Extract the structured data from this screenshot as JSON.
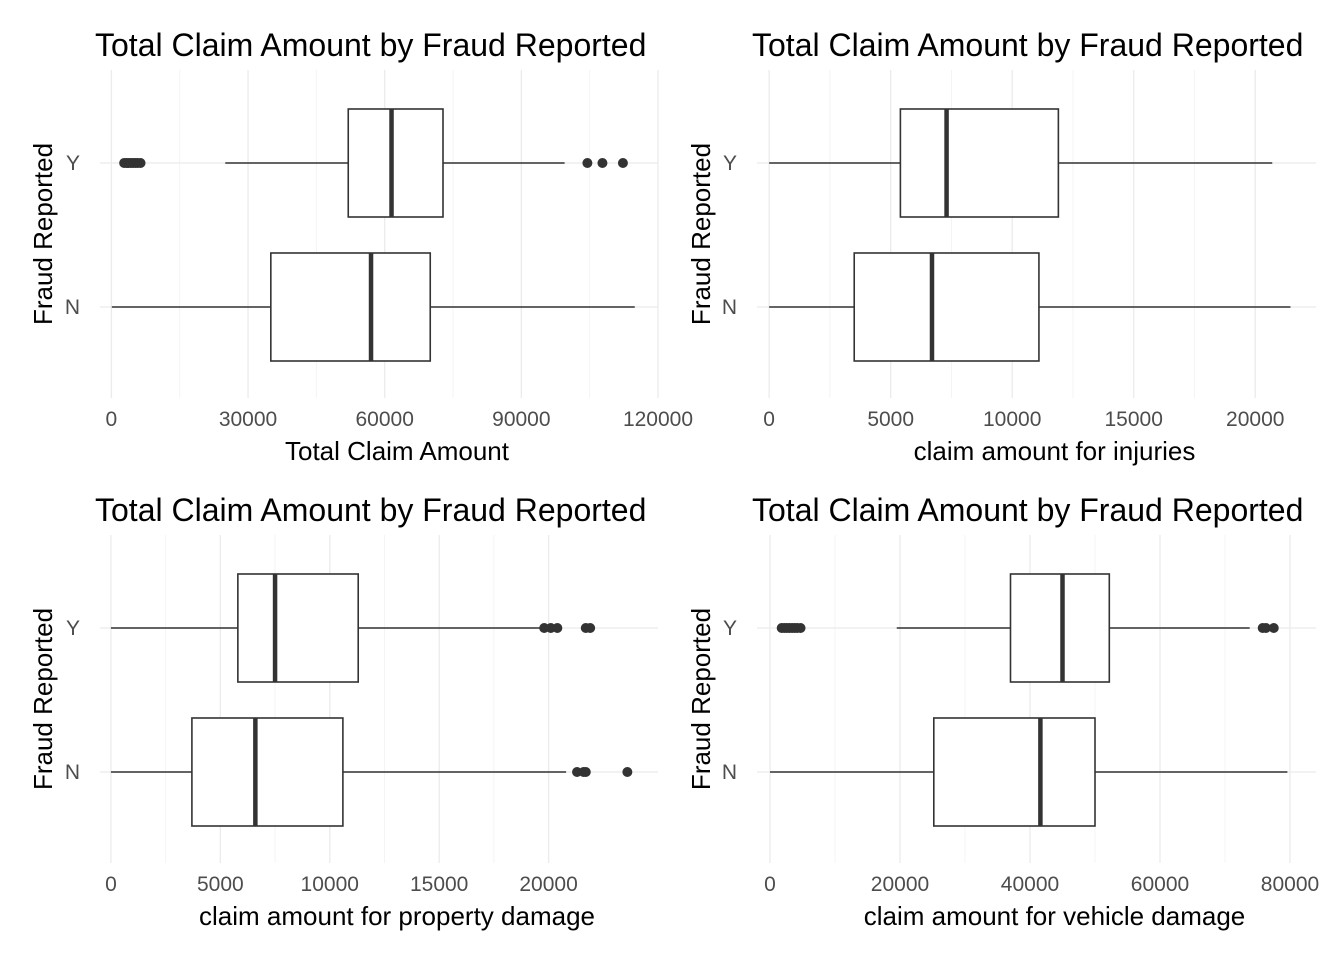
{
  "chart_data": [
    {
      "type": "boxplot",
      "title": "Total Claim Amount by Fraud Reported",
      "xlabel": "Total Claim Amount",
      "ylabel": "Fraud Reported",
      "xlim": [
        -2500,
        120000
      ],
      "xticks": [
        0,
        30000,
        60000,
        90000,
        120000
      ],
      "categories": [
        "N",
        "Y"
      ],
      "boxes": [
        {
          "category": "N",
          "whisker_low": 100,
          "q1": 35000,
          "median": 57000,
          "q3": 70000,
          "whisker_high": 114900,
          "outliers": []
        },
        {
          "category": "Y",
          "whisker_low": 25000,
          "q1": 52000,
          "median": 61500,
          "q3": 72800,
          "whisker_high": 99500,
          "outliers": [
            2800,
            3300,
            3800,
            4300,
            4800,
            5300,
            5800,
            6400,
            104500,
            107800,
            112300
          ]
        }
      ]
    },
    {
      "type": "boxplot",
      "title": "Total Claim Amount by Fraud Reported",
      "xlabel": "claim amount for injuries",
      "ylabel": "Fraud Reported",
      "xlim": [
        -500,
        22500
      ],
      "xticks": [
        0,
        5000,
        10000,
        15000,
        20000
      ],
      "categories": [
        "N",
        "Y"
      ],
      "boxes": [
        {
          "category": "N",
          "whisker_low": 0,
          "q1": 3500,
          "median": 6700,
          "q3": 11100,
          "whisker_high": 21450,
          "outliers": []
        },
        {
          "category": "Y",
          "whisker_low": 0,
          "q1": 5400,
          "median": 7300,
          "q3": 11900,
          "whisker_high": 20700,
          "outliers": []
        }
      ]
    },
    {
      "type": "boxplot",
      "title": "Total Claim Amount by Fraud Reported",
      "xlabel": "claim amount for property damage",
      "ylabel": "Fraud Reported",
      "xlim": [
        -500,
        25000
      ],
      "xticks": [
        0,
        5000,
        10000,
        15000,
        20000
      ],
      "categories": [
        "N",
        "Y"
      ],
      "boxes": [
        {
          "category": "N",
          "whisker_low": 0,
          "q1": 3700,
          "median": 6600,
          "q3": 10600,
          "whisker_high": 20800,
          "outliers": [
            21300,
            21600,
            21700,
            23600
          ]
        },
        {
          "category": "Y",
          "whisker_low": 0,
          "q1": 5800,
          "median": 7500,
          "q3": 11300,
          "whisker_high": 19600,
          "outliers": [
            19800,
            20100,
            20400,
            21700,
            21900
          ]
        }
      ]
    },
    {
      "type": "boxplot",
      "title": "Total Claim Amount by Fraud Reported",
      "xlabel": "claim amount for vehicle damage",
      "ylabel": "Fraud Reported",
      "xlim": [
        -2000,
        84000
      ],
      "xticks": [
        0,
        20000,
        40000,
        60000,
        80000
      ],
      "categories": [
        "N",
        "Y"
      ],
      "boxes": [
        {
          "category": "N",
          "whisker_low": 0,
          "q1": 25200,
          "median": 41600,
          "q3": 50000,
          "whisker_high": 79600,
          "outliers": []
        },
        {
          "category": "Y",
          "whisker_low": 19500,
          "q1": 37000,
          "median": 45000,
          "q3": 52200,
          "whisker_high": 73800,
          "outliers": [
            1800,
            2200,
            2600,
            3000,
            3400,
            3800,
            4200,
            4700,
            75800,
            76300,
            77500
          ]
        }
      ]
    }
  ]
}
